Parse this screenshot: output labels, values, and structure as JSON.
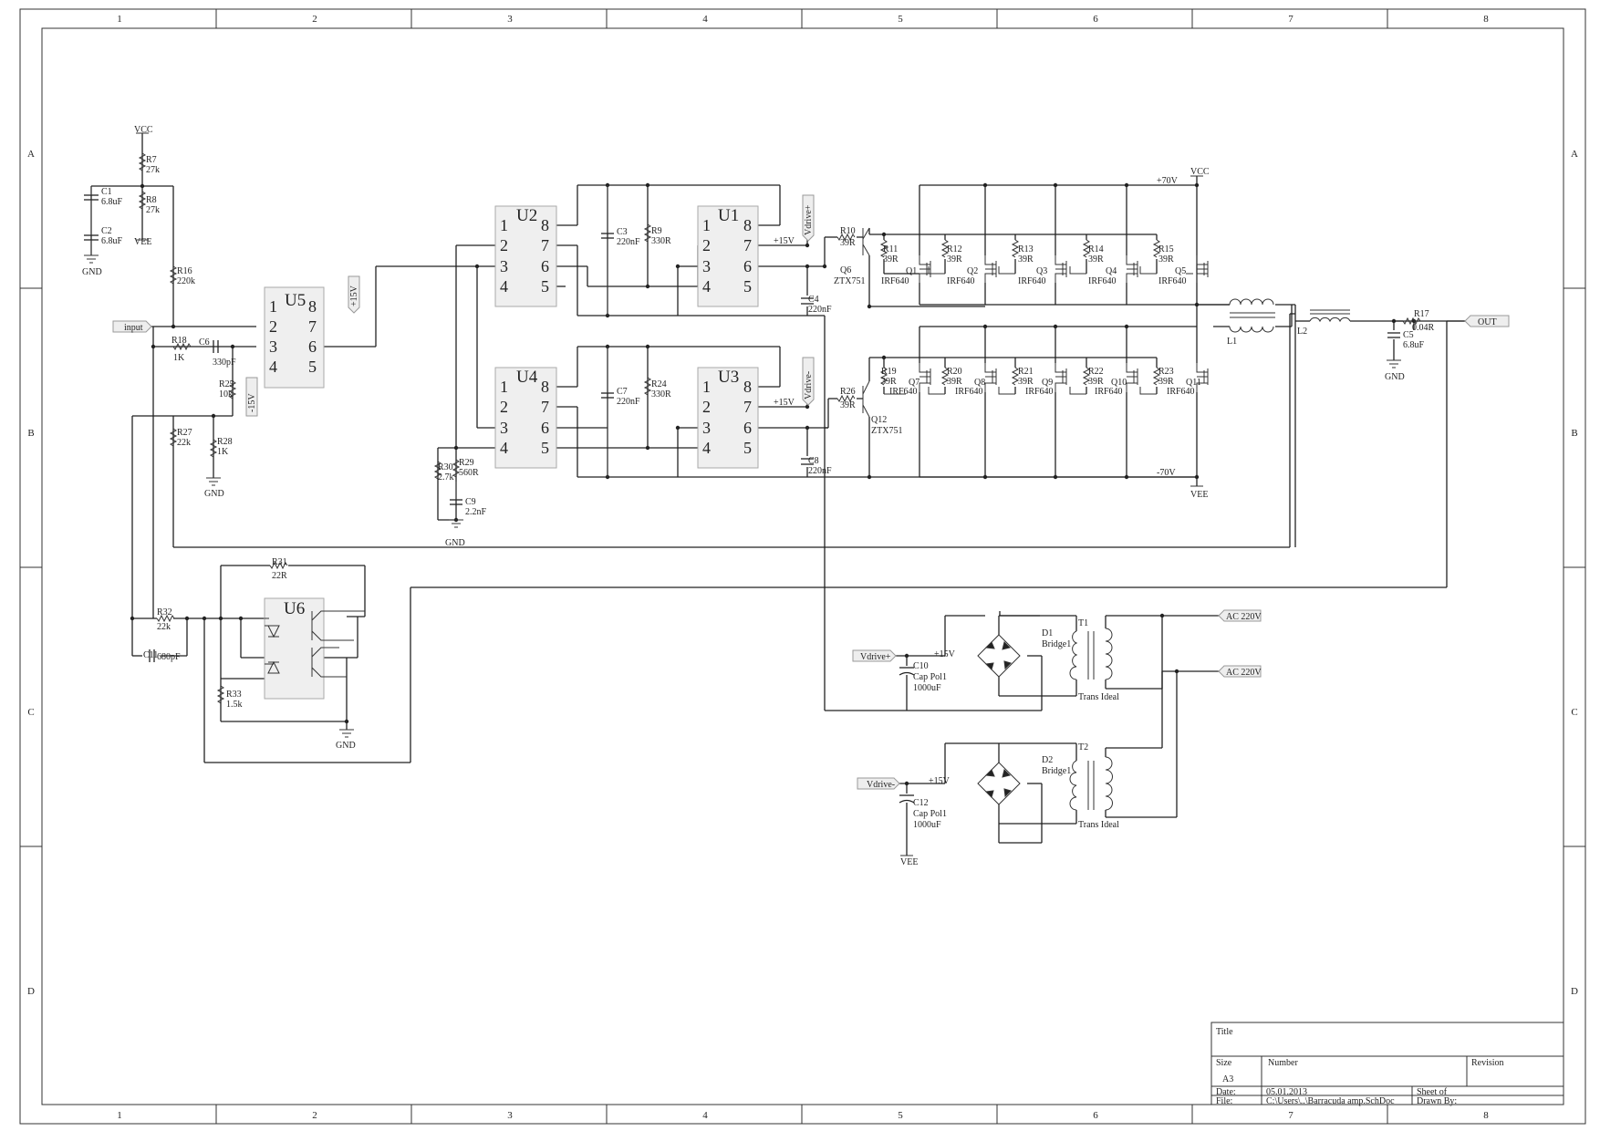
{
  "border": {
    "columns": [
      "1",
      "2",
      "3",
      "4",
      "5",
      "6",
      "7",
      "8"
    ],
    "rows": [
      "A",
      "B",
      "C",
      "D"
    ]
  },
  "chips": [
    {
      "id": "U2",
      "pins_left": [
        "1",
        "2",
        "3",
        "4"
      ],
      "pins_right": [
        "8",
        "7",
        "6",
        "5"
      ]
    },
    {
      "id": "U1",
      "pins_left": [
        "1",
        "2",
        "3",
        "4"
      ],
      "pins_right": [
        "8",
        "7",
        "6",
        "5"
      ]
    },
    {
      "id": "U4",
      "pins_left": [
        "1",
        "2",
        "3",
        "4"
      ],
      "pins_right": [
        "8",
        "7",
        "6",
        "5"
      ]
    },
    {
      "id": "U3",
      "pins_left": [
        "1",
        "2",
        "3",
        "4"
      ],
      "pins_right": [
        "8",
        "7",
        "6",
        "5"
      ]
    },
    {
      "id": "U5",
      "pins_left": [
        "1",
        "2",
        "3",
        "4"
      ],
      "pins_right": [
        "8",
        "7",
        "6",
        "5"
      ]
    },
    {
      "id": "U6"
    }
  ],
  "ports": {
    "input": "input",
    "out": "OUT",
    "vdrive_plus": "Vdrive+",
    "vdrive_minus": "Vdrive-",
    "ac1": "AC 220V",
    "ac2": "AC 220V",
    "plus15": "+15V",
    "minus15": "-15V"
  },
  "labels": [
    {
      "key": "vcc1",
      "text": "VCC"
    },
    {
      "key": "r7",
      "text": "R7"
    },
    {
      "key": "r7v",
      "text": "27k"
    },
    {
      "key": "c1",
      "text": "C1"
    },
    {
      "key": "c1v",
      "text": "6.8uF"
    },
    {
      "key": "r8",
      "text": "R8"
    },
    {
      "key": "r8v",
      "text": "27k"
    },
    {
      "key": "c2",
      "text": "C2"
    },
    {
      "key": "c2v",
      "text": "6.8uF"
    },
    {
      "key": "vee1",
      "text": "VEE"
    },
    {
      "key": "gnd1",
      "text": "GND"
    },
    {
      "key": "r16",
      "text": "R16"
    },
    {
      "key": "r16v",
      "text": "220k"
    },
    {
      "key": "r18",
      "text": "R18"
    },
    {
      "key": "r18v",
      "text": "1K"
    },
    {
      "key": "c6",
      "text": "C6"
    },
    {
      "key": "c6v",
      "text": "330pF"
    },
    {
      "key": "r25",
      "text": "R25"
    },
    {
      "key": "r25v",
      "text": "10k"
    },
    {
      "key": "r27",
      "text": "R27"
    },
    {
      "key": "r27v",
      "text": "22k"
    },
    {
      "key": "r28",
      "text": "R28"
    },
    {
      "key": "r28v",
      "text": "1K"
    },
    {
      "key": "gnd2",
      "text": "GND"
    },
    {
      "key": "c3",
      "text": "C3"
    },
    {
      "key": "c3v",
      "text": "220nF"
    },
    {
      "key": "r9",
      "text": "R9"
    },
    {
      "key": "r9v",
      "text": "330R"
    },
    {
      "key": "c7",
      "text": "C7"
    },
    {
      "key": "c7v",
      "text": "220nF"
    },
    {
      "key": "r24",
      "text": "R24"
    },
    {
      "key": "r24v",
      "text": "330R"
    },
    {
      "key": "r30",
      "text": "R30"
    },
    {
      "key": "r30v",
      "text": "2.7k"
    },
    {
      "key": "r29",
      "text": "R29"
    },
    {
      "key": "r29v",
      "text": "560R"
    },
    {
      "key": "c9",
      "text": "C9"
    },
    {
      "key": "c9v",
      "text": "2.2nF"
    },
    {
      "key": "gnd3",
      "text": "GND"
    },
    {
      "key": "p15a",
      "text": "+15V"
    },
    {
      "key": "p15b",
      "text": "+15V"
    },
    {
      "key": "c4",
      "text": "C4"
    },
    {
      "key": "c4v",
      "text": "220nF"
    },
    {
      "key": "c8",
      "text": "C8"
    },
    {
      "key": "c8v",
      "text": "220nF"
    },
    {
      "key": "r10",
      "text": "R10"
    },
    {
      "key": "r10v",
      "text": "39R"
    },
    {
      "key": "q6",
      "text": "Q6"
    },
    {
      "key": "q6v",
      "text": "ZTX751"
    },
    {
      "key": "r26",
      "text": "R26"
    },
    {
      "key": "r26v",
      "text": "39R"
    },
    {
      "key": "q12",
      "text": "Q12"
    },
    {
      "key": "q12v",
      "text": "ZTX751"
    },
    {
      "key": "p70",
      "text": "+70V"
    },
    {
      "key": "m70",
      "text": "-70V"
    },
    {
      "key": "vcc2",
      "text": "VCC"
    },
    {
      "key": "vee2",
      "text": "VEE"
    },
    {
      "key": "r11",
      "text": "R11"
    },
    {
      "key": "r11v",
      "text": "39R"
    },
    {
      "key": "q1",
      "text": "Q1"
    },
    {
      "key": "q1v",
      "text": "IRF640"
    },
    {
      "key": "r12",
      "text": "R12"
    },
    {
      "key": "r12v",
      "text": "39R"
    },
    {
      "key": "q2",
      "text": "Q2"
    },
    {
      "key": "q2v",
      "text": "IRF640"
    },
    {
      "key": "r13",
      "text": "R13"
    },
    {
      "key": "r13v",
      "text": "39R"
    },
    {
      "key": "q3",
      "text": "Q3"
    },
    {
      "key": "q3v",
      "text": "IRF640"
    },
    {
      "key": "r14",
      "text": "R14"
    },
    {
      "key": "r14v",
      "text": "39R"
    },
    {
      "key": "q4",
      "text": "Q4"
    },
    {
      "key": "q4v",
      "text": "IRF640"
    },
    {
      "key": "r15",
      "text": "R15"
    },
    {
      "key": "r15v",
      "text": "39R"
    },
    {
      "key": "q5",
      "text": "Q5"
    },
    {
      "key": "q5v",
      "text": "IRF640"
    },
    {
      "key": "r19",
      "text": "R19"
    },
    {
      "key": "r19v",
      "text": "39R"
    },
    {
      "key": "q7",
      "text": "Q7"
    },
    {
      "key": "q7v",
      "text": "IRF640"
    },
    {
      "key": "r20",
      "text": "R20"
    },
    {
      "key": "r20v",
      "text": "39R"
    },
    {
      "key": "q8",
      "text": "Q8"
    },
    {
      "key": "q8v",
      "text": "IRF640"
    },
    {
      "key": "r21",
      "text": "R21"
    },
    {
      "key": "r21v",
      "text": "39R"
    },
    {
      "key": "q9",
      "text": "Q9"
    },
    {
      "key": "q9v",
      "text": "IRF640"
    },
    {
      "key": "r22",
      "text": "R22"
    },
    {
      "key": "r22v",
      "text": "39R"
    },
    {
      "key": "q10",
      "text": "Q10"
    },
    {
      "key": "q10v",
      "text": "IRF640"
    },
    {
      "key": "r23",
      "text": "R23"
    },
    {
      "key": "r23v",
      "text": "39R"
    },
    {
      "key": "q11",
      "text": "Q11"
    },
    {
      "key": "q11v",
      "text": "IRF640"
    },
    {
      "key": "l1",
      "text": "L1"
    },
    {
      "key": "l2",
      "text": "L2"
    },
    {
      "key": "r17",
      "text": "R17"
    },
    {
      "key": "r17v",
      "text": "0.04R"
    },
    {
      "key": "c5",
      "text": "C5"
    },
    {
      "key": "c5v",
      "text": "6.8uF"
    },
    {
      "key": "gnd4",
      "text": "GND"
    },
    {
      "key": "r31",
      "text": "R31"
    },
    {
      "key": "r31v",
      "text": "22R"
    },
    {
      "key": "r32",
      "text": "R32"
    },
    {
      "key": "r32v",
      "text": "22k"
    },
    {
      "key": "c11",
      "text": "C11"
    },
    {
      "key": "c11v",
      "text": "680pF"
    },
    {
      "key": "r33",
      "text": "R33"
    },
    {
      "key": "r33v",
      "text": "1.5k"
    },
    {
      "key": "gnd5",
      "text": "GND"
    },
    {
      "key": "p15c",
      "text": "+15V"
    },
    {
      "key": "c10",
      "text": "C10"
    },
    {
      "key": "c10v",
      "text": "Cap Pol1"
    },
    {
      "key": "c10v2",
      "text": "1000uF"
    },
    {
      "key": "d1",
      "text": "D1"
    },
    {
      "key": "d1v",
      "text": "Bridge1"
    },
    {
      "key": "t1",
      "text": "T1"
    },
    {
      "key": "t1v",
      "text": "Trans Ideal"
    },
    {
      "key": "p15d",
      "text": "+15V"
    },
    {
      "key": "c12",
      "text": "C12"
    },
    {
      "key": "c12v",
      "text": "Cap Pol1"
    },
    {
      "key": "c12v2",
      "text": "1000uF"
    },
    {
      "key": "d2",
      "text": "D2"
    },
    {
      "key": "d2v",
      "text": "Bridge1"
    },
    {
      "key": "t2",
      "text": "T2"
    },
    {
      "key": "t2v",
      "text": "Trans Ideal"
    },
    {
      "key": "vee3",
      "text": "VEE"
    }
  ],
  "title_block": {
    "title": "Title",
    "size": "Size",
    "size_val": "A3",
    "number": "Number",
    "revision": "Revision",
    "date": "Date:",
    "date_val": "05.01.2013",
    "sheet": "Sheet    of",
    "file": "File:",
    "file_val": "C:\\Users\\..\\Barracuda amp.SchDoc",
    "drawn": "Drawn By:"
  }
}
